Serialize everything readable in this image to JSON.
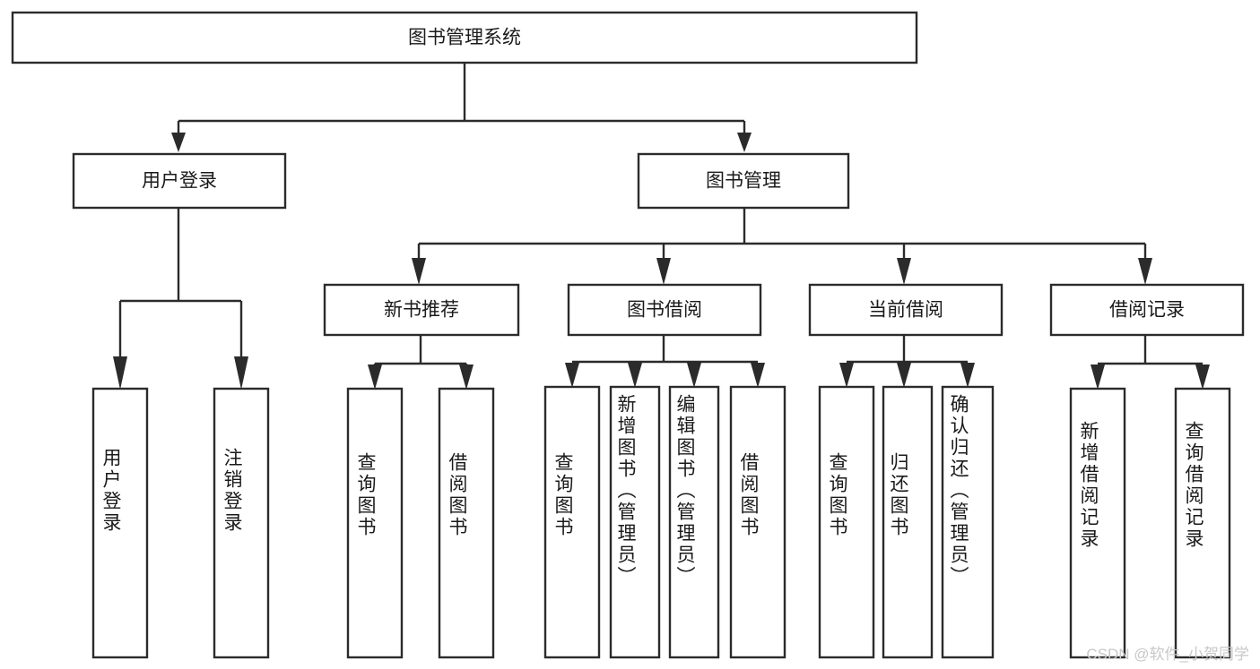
{
  "diagram": {
    "type": "tree",
    "title": "图书管理系统",
    "root": {
      "id": "root",
      "label": "图书管理系统",
      "orientation": "horizontal"
    },
    "level2": [
      {
        "id": "user-login",
        "label": "用户登录",
        "orientation": "horizontal"
      },
      {
        "id": "book-manage",
        "label": "图书管理",
        "orientation": "horizontal"
      }
    ],
    "level3": [
      {
        "id": "new-book-recommend",
        "label": "新书推荐",
        "orientation": "horizontal",
        "parent": "book-manage"
      },
      {
        "id": "book-borrow",
        "label": "图书借阅",
        "orientation": "horizontal",
        "parent": "book-manage"
      },
      {
        "id": "current-borrow",
        "label": "当前借阅",
        "orientation": "horizontal",
        "parent": "book-manage"
      },
      {
        "id": "borrow-record",
        "label": "借阅记录",
        "orientation": "horizontal",
        "parent": "book-manage"
      }
    ],
    "leaves": [
      {
        "id": "leaf-user-login",
        "label": "用户登录",
        "orientation": "vertical",
        "parent": "user-login"
      },
      {
        "id": "leaf-user-logout",
        "label": "注销登录",
        "orientation": "vertical",
        "parent": "user-login"
      },
      {
        "id": "leaf-query-book-1",
        "label": "查询图书",
        "orientation": "vertical",
        "parent": "new-book-recommend"
      },
      {
        "id": "leaf-borrow-book-1",
        "label": "借阅图书",
        "orientation": "vertical",
        "parent": "new-book-recommend"
      },
      {
        "id": "leaf-query-book-2",
        "label": "查询图书",
        "orientation": "vertical",
        "parent": "book-borrow"
      },
      {
        "id": "leaf-add-book",
        "label": "新增图书（管理员）",
        "orientation": "vertical",
        "parent": "book-borrow"
      },
      {
        "id": "leaf-edit-book",
        "label": "编辑图书（管理员）",
        "orientation": "vertical",
        "parent": "book-borrow"
      },
      {
        "id": "leaf-borrow-book-2",
        "label": "借阅图书",
        "orientation": "vertical",
        "parent": "book-borrow"
      },
      {
        "id": "leaf-query-book-3",
        "label": "查询图书",
        "orientation": "vertical",
        "parent": "current-borrow"
      },
      {
        "id": "leaf-return-book",
        "label": "归还图书",
        "orientation": "vertical",
        "parent": "current-borrow"
      },
      {
        "id": "leaf-confirm-return",
        "label": "确认归还（管理员）",
        "orientation": "vertical",
        "parent": "current-borrow"
      },
      {
        "id": "leaf-add-record",
        "label": "新增借阅记录",
        "orientation": "vertical",
        "parent": "borrow-record"
      },
      {
        "id": "leaf-query-record",
        "label": "查询借阅记录",
        "orientation": "vertical",
        "parent": "borrow-record"
      }
    ]
  },
  "watermark": {
    "text": "CSDN @软件_小贺同学"
  },
  "colors": {
    "box_stroke": "#2b2b2b",
    "box_fill": "#ffffff",
    "text": "#1a1a1a",
    "connector": "#2b2b2b",
    "background": "#ffffff",
    "watermark": "#c8c8c8"
  }
}
